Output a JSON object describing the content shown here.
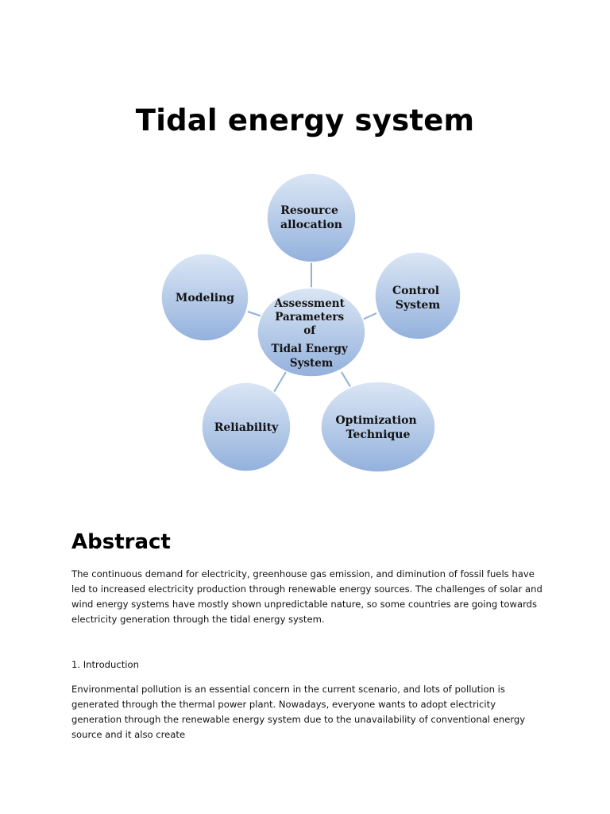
{
  "title": "Tidal energy system",
  "diagram": {
    "center": [
      "Assessment",
      "Parameters",
      "of",
      "Tidal Energy",
      "System"
    ],
    "nodes": [
      {
        "id": "resource-allocation",
        "lines": [
          "Resource",
          "allocation"
        ]
      },
      {
        "id": "control-system",
        "lines": [
          "Control",
          "System"
        ]
      },
      {
        "id": "optimization-technique",
        "lines": [
          "Optimization",
          "Technique"
        ]
      },
      {
        "id": "reliability",
        "lines": [
          "Reliability"
        ]
      },
      {
        "id": "modeling",
        "lines": [
          "Modeling"
        ]
      }
    ],
    "colors": {
      "fill_top": "#dbe6f5",
      "fill_bottom": "#93b1dc",
      "stroke": "#ffffff",
      "connector": "#8fb0d8"
    }
  },
  "abstract": {
    "heading": "Abstract",
    "text": "The continuous demand for electricity, greenhouse gas emission, and diminution of fossil fuels have led to increased electricity production through renewable energy sources. The challenges of solar and wind energy systems have mostly shown unpredictable nature, so some countries are going towards electricity generation through the tidal energy system."
  },
  "introduction": {
    "heading": "1. Introduction",
    "text": "Environmental pollution is an essential concern in the current scenario, and lots of pollution is generated through the thermal power plant. Nowadays, everyone wants to adopt electricity generation through the renewable energy system due to the unavailability of conventional energy source and it also create"
  }
}
